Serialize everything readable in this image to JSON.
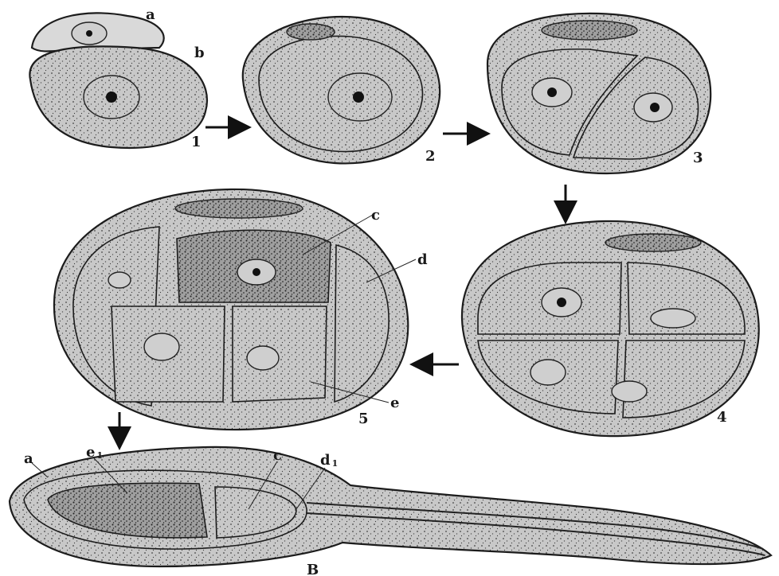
{
  "labels": {
    "a": "a",
    "b": "b",
    "c": "c",
    "d": "d",
    "e": "e",
    "e1": "e",
    "e1_sub": "1",
    "d1": "d",
    "d1_sub": "1",
    "c_bottom": "c",
    "a_bottom": "a",
    "B": "B"
  },
  "stages": [
    "1",
    "2",
    "3",
    "4",
    "5"
  ]
}
